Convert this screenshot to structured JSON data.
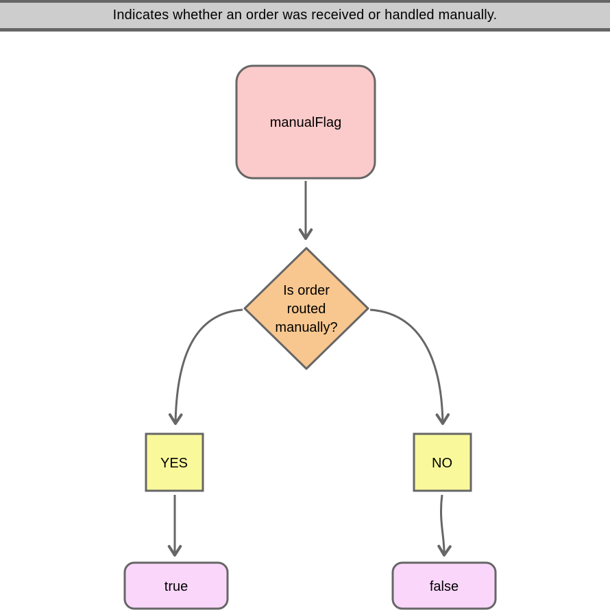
{
  "header": {
    "description": "Indicates whether an order was received or handled manually."
  },
  "diagram": {
    "field_node": {
      "label": "manualFlag"
    },
    "decision_node": {
      "label": "Is order routed manually?",
      "lines": [
        "Is order",
        "routed",
        "manually?"
      ]
    },
    "yes_node": {
      "label": "YES"
    },
    "no_node": {
      "label": "NO"
    },
    "true_node": {
      "label": "true"
    },
    "false_node": {
      "label": "false"
    },
    "colors": {
      "field_fill": "#fbcaca",
      "decision_fill": "#f8c78f",
      "branch_fill": "#f9f99c",
      "result_fill": "#fad7fa",
      "stroke": "#666666",
      "header_bg": "#cdcdcd"
    }
  }
}
